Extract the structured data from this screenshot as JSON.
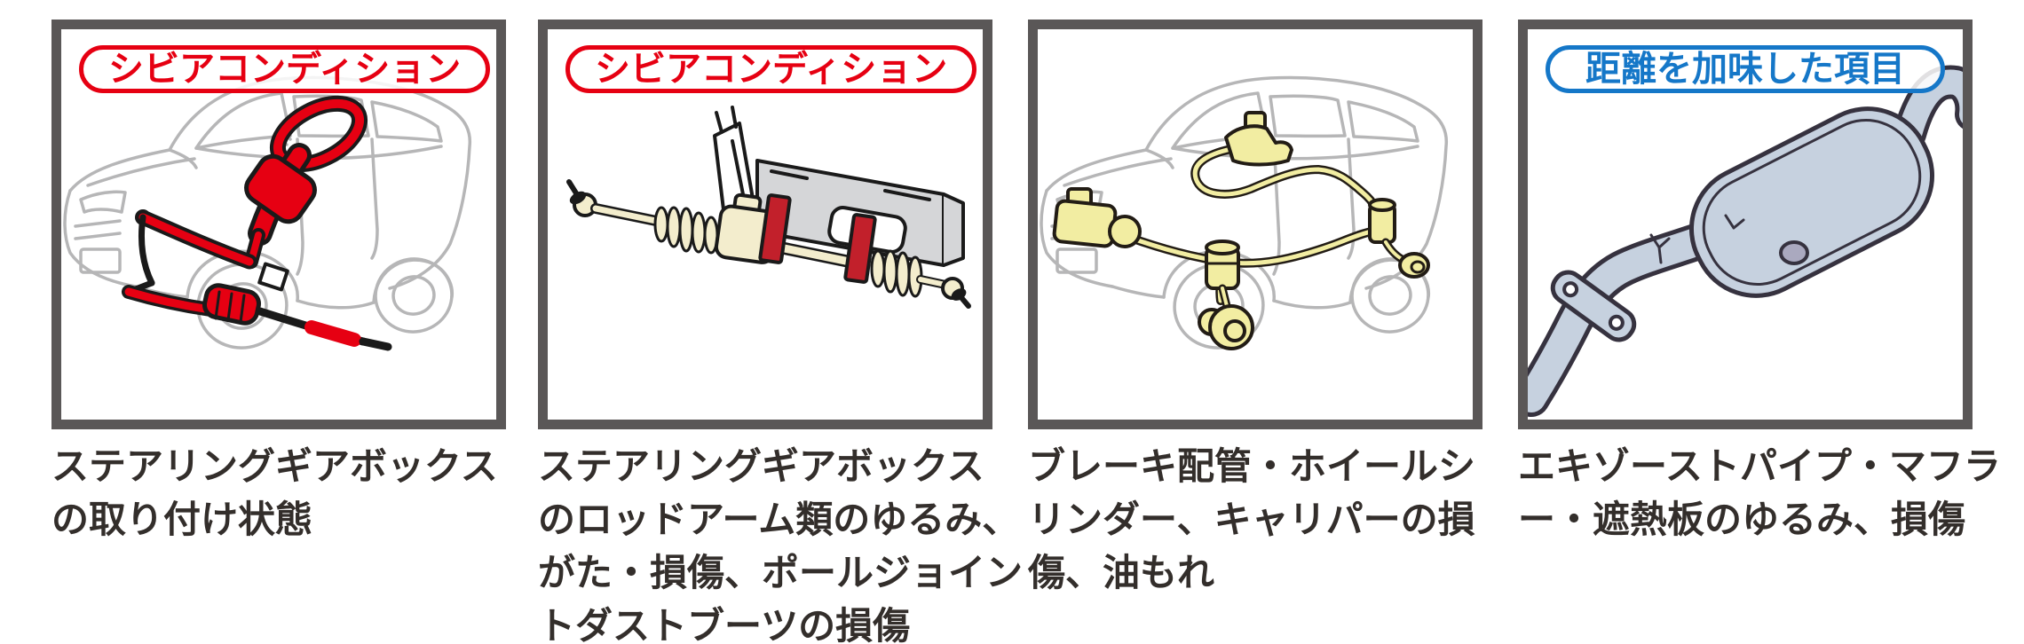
{
  "figure": {
    "description_language": "ja",
    "background": "#ffffff"
  },
  "colors": {
    "badge_red": "#e60012",
    "badge_blue": "#1577c8",
    "frame_border": "#5a5757",
    "caption_text": "#332e2b",
    "car_line_gray": "#b6b6b7",
    "highlight_red": "#e60012",
    "part_cream": "#f3edcd",
    "bracket_gray": "#d5d6d8",
    "clamp_red": "#c2202b",
    "part_yellow": "#f2eda2",
    "muffler_blue_gray": "#c6d1df",
    "muffler_outline": "#36323f"
  },
  "panels": [
    {
      "badge": {
        "label": "シビアコンディション",
        "color": "#e60012"
      },
      "illustration": "car-with-steering-gearbox-highlighted-red",
      "caption_lines": [
        "ステアリングギアボックス",
        "の取り付け状態"
      ]
    },
    {
      "badge": {
        "label": "シビアコンディション",
        "color": "#e60012"
      },
      "illustration": "steering-rack-assembly-with-red-mount-clamps",
      "caption_lines": [
        "ステアリングギアボックス",
        "のロッドアーム類のゆるみ、",
        "がた・損傷、ポールジョイン",
        "トダストブーツの損傷"
      ]
    },
    {
      "badge": null,
      "illustration": "car-with-brake-lines-and-cylinders-highlighted-yellow",
      "caption_lines": [
        "ブレーキ配管・ホイールシ",
        "リンダー、キャリパーの損",
        "傷、油もれ"
      ]
    },
    {
      "badge": {
        "label": "距離を加味した項目",
        "color": "#1577c8"
      },
      "illustration": "exhaust-pipe-and-muffler",
      "caption_lines": [
        "エキゾーストパイプ・マフラ",
        "ー・遮熱板のゆるみ、損傷"
      ]
    }
  ]
}
